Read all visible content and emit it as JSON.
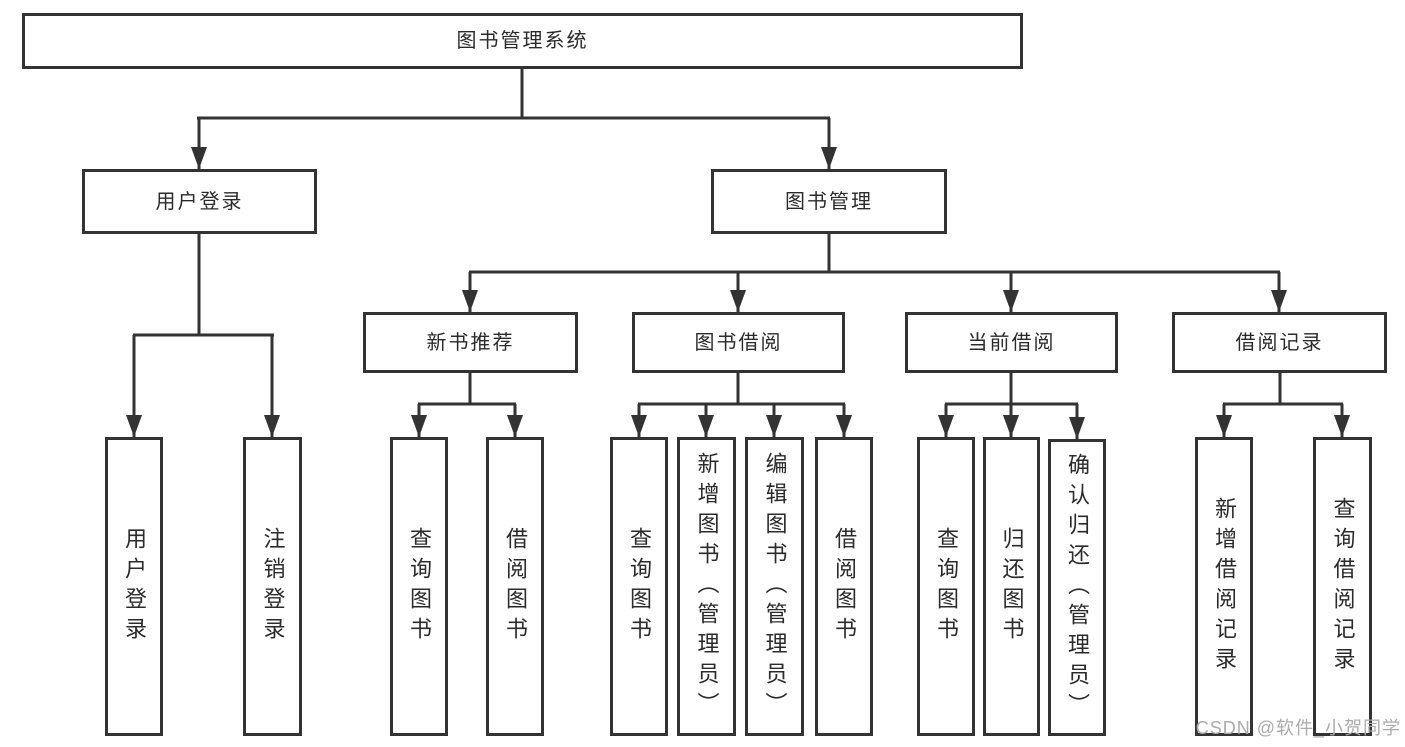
{
  "colors": {
    "line": "#333333",
    "box_border": "#333333",
    "text": "#2b2b2b",
    "watermark": "#ababab",
    "background": "#ffffff"
  },
  "watermark": "CSDN @软件_小贺同学",
  "tree": {
    "root": "图书管理系统",
    "branches": [
      {
        "label": "用户登录",
        "children": [
          {
            "label": "用户登录"
          },
          {
            "label": "注销登录"
          }
        ]
      },
      {
        "label": "图书管理",
        "children": [
          {
            "label": "新书推荐",
            "children": [
              {
                "label": "查询图书"
              },
              {
                "label": "借阅图书"
              }
            ]
          },
          {
            "label": "图书借阅",
            "children": [
              {
                "label": "查询图书"
              },
              {
                "label": "新增图书（管理员）"
              },
              {
                "label": "编辑图书（管理员）"
              },
              {
                "label": "借阅图书"
              }
            ]
          },
          {
            "label": "当前借阅",
            "children": [
              {
                "label": "查询图书"
              },
              {
                "label": "归还图书"
              },
              {
                "label": "确认归还（管理员）"
              }
            ]
          },
          {
            "label": "借阅记录",
            "children": [
              {
                "label": "新增借阅记录"
              },
              {
                "label": "查询借阅记录"
              }
            ]
          }
        ]
      }
    ]
  }
}
